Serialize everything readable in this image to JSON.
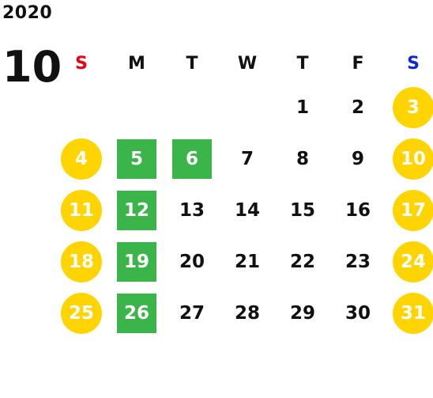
{
  "calendar": {
    "year": "2020",
    "month": "10",
    "weekdays": [
      {
        "label": "S",
        "color": "#E60012"
      },
      {
        "label": "M",
        "color": "#111111"
      },
      {
        "label": "T",
        "color": "#111111"
      },
      {
        "label": "W",
        "color": "#111111"
      },
      {
        "label": "T",
        "color": "#111111"
      },
      {
        "label": "F",
        "color": "#111111"
      },
      {
        "label": "S",
        "color": "#1226D6"
      }
    ],
    "styles": {
      "weekend_circle": "#FFD400",
      "highlight_square": "#3BB54A"
    },
    "weeks": [
      [
        null,
        null,
        null,
        null,
        {
          "d": "1"
        },
        {
          "d": "2"
        },
        {
          "d": "3",
          "style": "circle"
        }
      ],
      [
        {
          "d": "4",
          "style": "circle"
        },
        {
          "d": "5",
          "style": "square"
        },
        {
          "d": "6",
          "style": "square"
        },
        {
          "d": "7"
        },
        {
          "d": "8"
        },
        {
          "d": "9"
        },
        {
          "d": "10",
          "style": "circle"
        }
      ],
      [
        {
          "d": "11",
          "style": "circle"
        },
        {
          "d": "12",
          "style": "square"
        },
        {
          "d": "13"
        },
        {
          "d": "14"
        },
        {
          "d": "15"
        },
        {
          "d": "16"
        },
        {
          "d": "17",
          "style": "circle"
        }
      ],
      [
        {
          "d": "18",
          "style": "circle"
        },
        {
          "d": "19",
          "style": "square"
        },
        {
          "d": "20"
        },
        {
          "d": "21"
        },
        {
          "d": "22"
        },
        {
          "d": "23"
        },
        {
          "d": "24",
          "style": "circle"
        }
      ],
      [
        {
          "d": "25",
          "style": "circle"
        },
        {
          "d": "26",
          "style": "square"
        },
        {
          "d": "27"
        },
        {
          "d": "28"
        },
        {
          "d": "29"
        },
        {
          "d": "30"
        },
        {
          "d": "31",
          "style": "circle"
        }
      ]
    ]
  }
}
